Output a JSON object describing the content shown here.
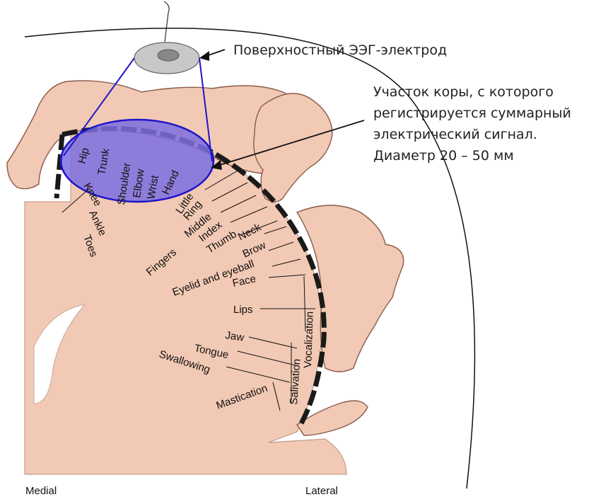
{
  "annotations": {
    "electrode": "Поверхностный ЭЭГ-электрод",
    "cortex_line1": "Участок коры, с которого",
    "cortex_line2": "регистрируется суммарный",
    "cortex_line3": "электрический сигнал.",
    "cortex_line4": "Диаметр 20 – 50 мм"
  },
  "homunculus": {
    "body_parts": [
      "Hip",
      "Trunk",
      "Shoulder",
      "Elbow",
      "Wrist",
      "Hand",
      "Little",
      "Ring",
      "Middle",
      "Index",
      "Thumb",
      "Neck",
      "Brow",
      "Eyelid and eyeball",
      "Face",
      "Lips",
      "Jaw",
      "Tongue",
      "Swallowing"
    ],
    "medial_parts": [
      "Knee",
      "Ankle",
      "Toes"
    ],
    "group_labels": [
      "Fingers",
      "Vocalization",
      "Salivation",
      "Mastication"
    ]
  },
  "axis": {
    "medial": "Medial",
    "lateral": "Lateral"
  },
  "colors": {
    "skin": "#f2c9b4",
    "skin_line": "#8a5a4a",
    "highlight": "#7d6ee0",
    "highlight_edge": "#1f15c8",
    "cortex_band": "#1a1a1a"
  }
}
